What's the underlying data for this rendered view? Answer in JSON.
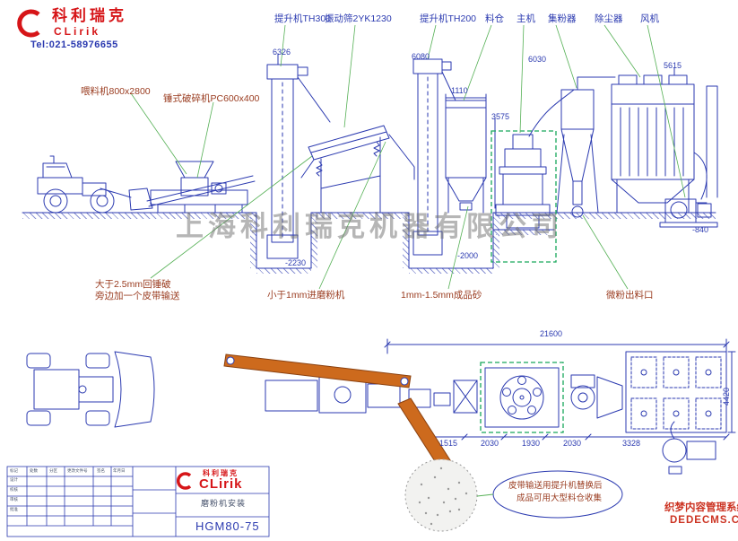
{
  "logo": {
    "brand_cn": "科利瑞克",
    "brand_en": "CLirik",
    "tel": "Tel:021-58976655"
  },
  "top_labels": [
    "提升机TH300",
    "振动筛2YK1230",
    "提升机TH200",
    "料仓",
    "主机",
    "集粉器",
    "除尘器",
    "风机"
  ],
  "side_labels": {
    "feeder": "喂料机800x2800",
    "crusher": "锤式破碎机PC600x400"
  },
  "elevation_dims": {
    "th300_height": "6326",
    "th200_height": "6080",
    "collector_height": "6030",
    "duster_height": "5615",
    "silo_width": "1110",
    "mill_height": "3575",
    "fan_depth": "-840",
    "pit2_depth": "-2000",
    "pit1_depth": "-2230"
  },
  "center_watermark": "上海科利瑞克机器有限公司",
  "notes": {
    "oversize_line1": "大于2.5mm回锤破",
    "oversize_line2": "旁边加一个皮带输送",
    "undersize": "小于1mm进磨粉机",
    "product": "1mm-1.5mm成品砂",
    "powder_outlet": "微粉出料口",
    "oval_line1": "皮带输送用提升机替换后",
    "oval_line2": "成品可用大型料仓收集"
  },
  "plan_dims": {
    "total_length": "21600",
    "seg1": "1515",
    "seg2": "2030",
    "seg3": "1930",
    "seg4": "2030",
    "seg5": "3328",
    "width": "4420"
  },
  "title_block": {
    "logo_cn": "科利瑞克",
    "logo_en": "CLirik",
    "drawing_name": "磨粉机安装",
    "model": "HGM80-75",
    "fields": [
      "标记",
      "处数",
      "分区",
      "更改文件号",
      "签名",
      "年月日",
      "设计",
      "校核",
      "审核",
      "批准"
    ]
  },
  "site_watermark": {
    "line1": "织梦内容管理系统",
    "line2": "DEDECMS.COM"
  },
  "colors": {
    "line_blue": "#2b3ab0",
    "note_red": "#9a3c20",
    "leader_green": "#55b055",
    "conveyor_orange": "#cd6a1d",
    "highlight_green": "#18a85a",
    "brand_red": "#d61518",
    "watermark_red": "#cc3322"
  }
}
